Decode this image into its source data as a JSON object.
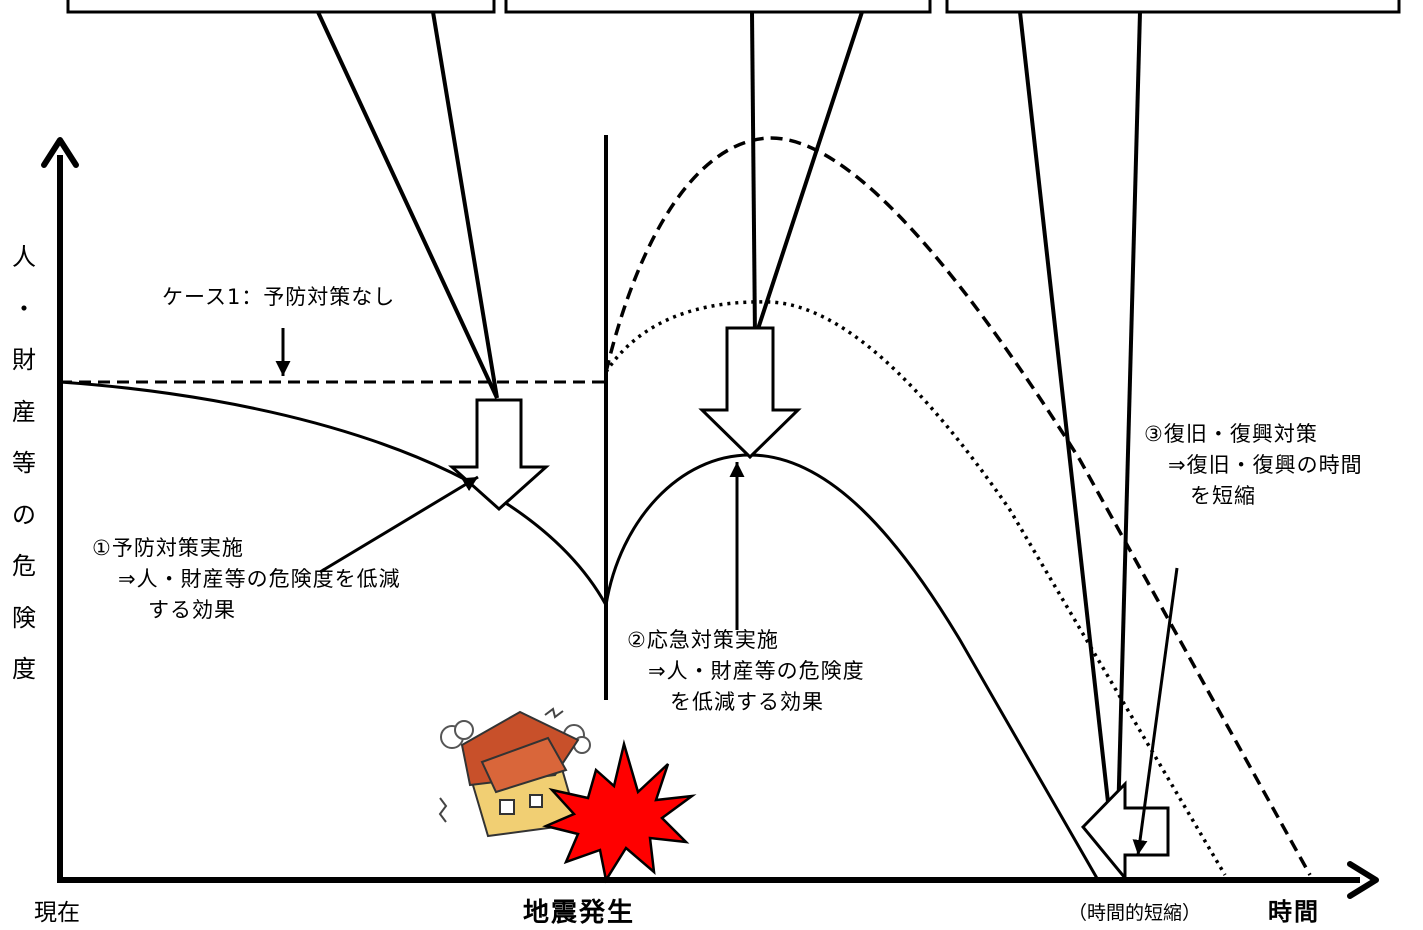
{
  "y_axis_label": [
    "人",
    "・",
    "財",
    "産",
    "等",
    "の",
    "危",
    "険",
    "度"
  ],
  "x_axis": {
    "start_label": "現在",
    "event_label": "地震発生",
    "shortened_label": "（時間的短縮）",
    "end_label": "時間"
  },
  "annotations": {
    "case1": "ケース1：予防対策なし",
    "prevention": [
      "①予防対策実施",
      "⇒人・財産等の危険度を低減",
      "する効果"
    ],
    "emergency": [
      "②応急対策実施",
      "⇒人・財産等の危険度",
      "を低減する効果"
    ],
    "recovery": [
      "③復旧・復興対策",
      "⇒復旧・復興の時間",
      "を短縮"
    ]
  },
  "colors": {
    "line": "#000000",
    "burst_fill": "#ff0000",
    "roof": "#c8502a",
    "wall": "#f1cf73"
  },
  "icons": {
    "house": "collapsed-house-icon",
    "burst": "earthquake-burst-icon"
  }
}
